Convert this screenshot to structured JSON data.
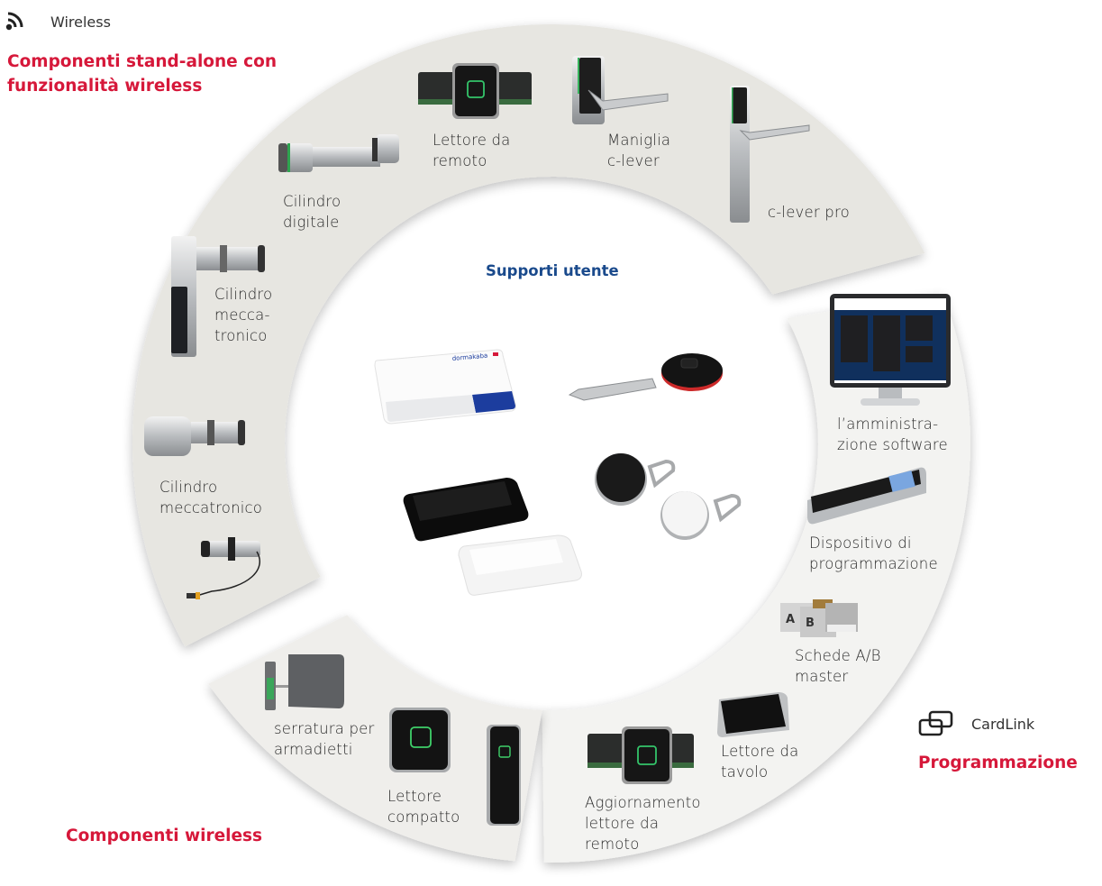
{
  "legend": {
    "wireless": {
      "icon": "wireless-signal-icon",
      "label": "Wireless"
    },
    "cardlink": {
      "icon": "cardlink-icon",
      "label": "CardLink"
    }
  },
  "colors": {
    "title_red": "#d6183a",
    "title_blue": "#1a4a8c",
    "segment_beige": "#e7e6e1",
    "segment_light": "#f3f3f1",
    "text": "#2a2a2a"
  },
  "segments": {
    "standalone": {
      "title_lines": [
        "Componenti stand-alone con",
        "funzionalità wireless"
      ],
      "items": [
        {
          "name": "cilindro-digitale",
          "lines": [
            "Cilindro",
            "digitale"
          ]
        },
        {
          "name": "lettore-da-remoto",
          "lines": [
            "Lettore da",
            "remoto"
          ]
        },
        {
          "name": "maniglia-c-lever",
          "lines": [
            "Maniglia",
            "c-lever"
          ]
        },
        {
          "name": "c-lever-pro",
          "lines": [
            "c-lever pro"
          ]
        },
        {
          "name": "cilindro-meccatronico-maniglia",
          "lines": [
            "Cilindro",
            "mecca-",
            "tronico"
          ]
        },
        {
          "name": "cilindro-meccatronico",
          "lines": [
            "Cilindro",
            "meccatronico"
          ]
        }
      ]
    },
    "wireless": {
      "title": "Componenti wireless",
      "items": [
        {
          "name": "serratura-armadietti",
          "lines": [
            "serratura per",
            "armadietti"
          ]
        },
        {
          "name": "lettore-compatto",
          "lines": [
            "Lettore",
            "compatto"
          ]
        }
      ]
    },
    "programmazione": {
      "title": "Programmazione",
      "items": [
        {
          "name": "amministrazione-software",
          "lines": [
            "l’amministra-",
            "zione software"
          ]
        },
        {
          "name": "dispositivo-programmazione",
          "lines": [
            "Dispositivo di",
            "programmazione"
          ]
        },
        {
          "name": "schede-ab-master",
          "lines": [
            "Schede A/B",
            "master"
          ]
        },
        {
          "name": "lettore-da-tavolo",
          "lines": [
            "Lettore da",
            "tavolo"
          ]
        },
        {
          "name": "aggiornamento-lettore",
          "lines": [
            "Aggiornamento",
            "lettore da",
            "remoto"
          ]
        }
      ]
    },
    "center": {
      "title": "Supporti utente",
      "card_brand": "dormakaba"
    }
  }
}
